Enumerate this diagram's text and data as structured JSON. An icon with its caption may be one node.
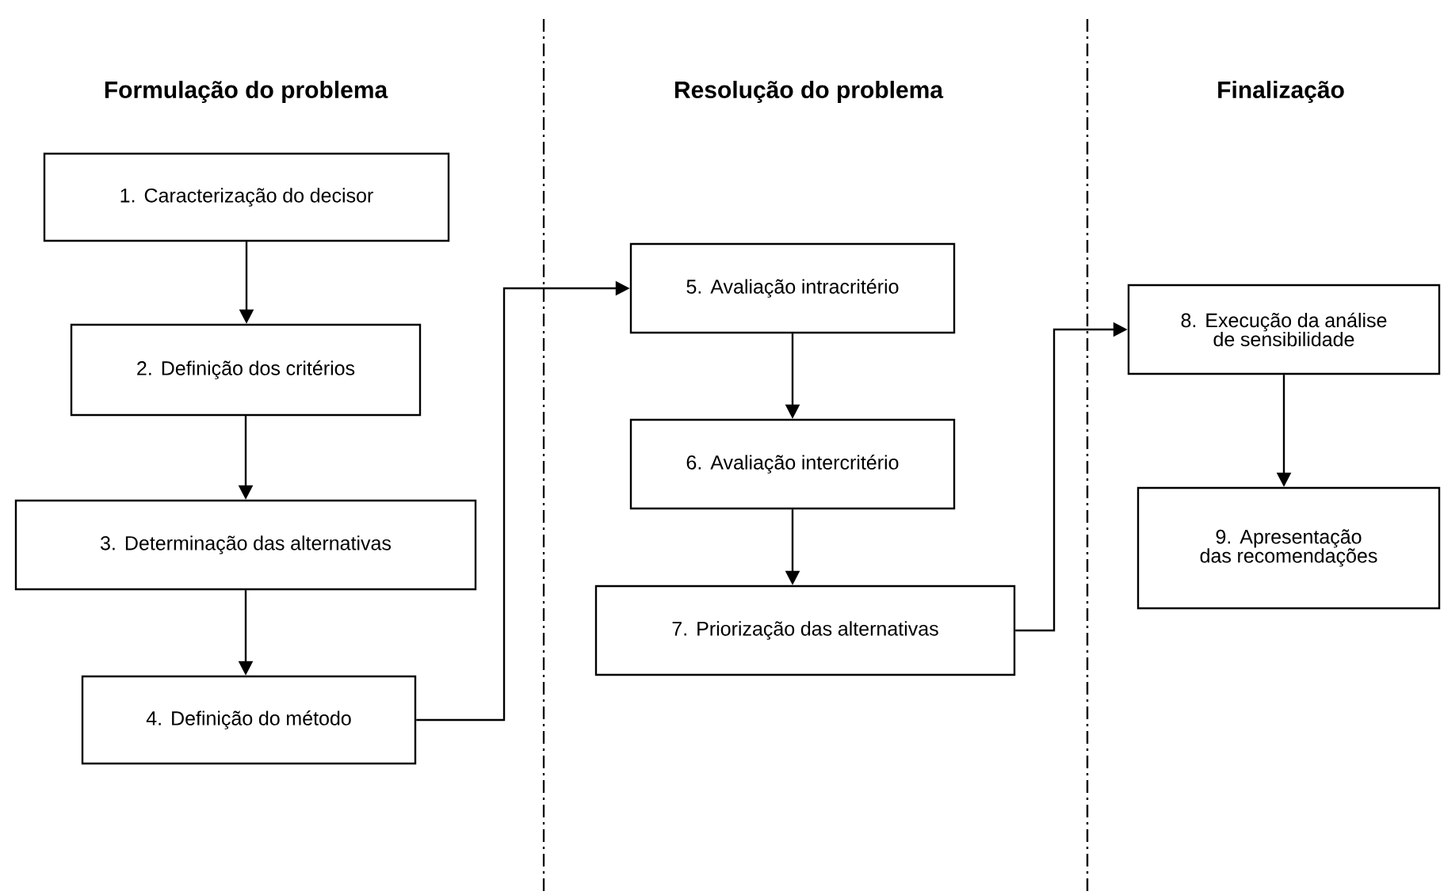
{
  "diagram": {
    "nodes": [
      {
        "text": [
          "1. Caracterização do decisor"
        ]
      },
      {
        "text": [
          "2. Definição dos critérios"
        ]
      },
      {
        "text": [
          "3. Determinação das alternativas"
        ]
      },
      {
        "text": [
          "4. Definição do método"
        ]
      },
      {
        "text": [
          "5. Avaliação intracritério"
        ]
      },
      {
        "text": [
          "6. Avaliação intercritério"
        ]
      },
      {
        "text": [
          "7. Priorização das alternativas"
        ]
      },
      {
        "text": [
          "8. Execução da análise de sensibilidade"
        ]
      },
      {
        "text": [
          "9. Apresentação das recomendações"
        ]
      }
    ],
    "edges": [
      {
        "from": 0,
        "to": 1,
        "arrow": "to"
      },
      {
        "from": 1,
        "to": 2,
        "arrow": "to"
      },
      {
        "from": 2,
        "to": 3,
        "arrow": "to"
      },
      {
        "from": 3,
        "to": 4,
        "arrow": "to"
      },
      {
        "from": 4,
        "to": 5,
        "arrow": "to"
      },
      {
        "from": 5,
        "to": 6,
        "arrow": "to"
      },
      {
        "from": 6,
        "to": 7,
        "arrow": "to"
      },
      {
        "from": 7,
        "to": 8,
        "arrow": "to"
      }
    ],
    "labels": [
      "Formulação do problema",
      "Resolução do problema",
      "Finalização"
    ]
  }
}
